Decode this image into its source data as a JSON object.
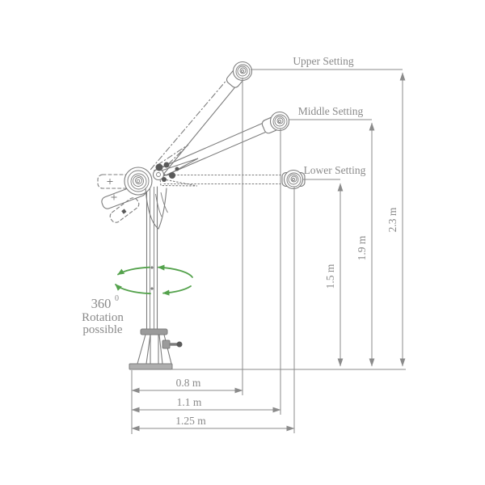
{
  "diagram": {
    "type": "davit-crane-height-settings",
    "settings": [
      {
        "label": "Upper Setting",
        "height": "2.3 m",
        "reach": "0.8 m"
      },
      {
        "label": "Middle Setting",
        "height": "1.9 m",
        "reach": "1.1 m"
      },
      {
        "label": "Lower Setting",
        "height": "1.5 m",
        "reach": "1.25 m"
      }
    ],
    "rotation": {
      "degrees": "360",
      "superscript": "0",
      "line2": "Rotation",
      "line3": "possible"
    }
  },
  "colors": {
    "line": "#7d7d7d",
    "dim": "#8b8b8b",
    "text": "#8a8a8a",
    "dark": "#5a5a5a",
    "green": "#54a24c",
    "metal": "#9b9b9b",
    "plate": "#aeaeae"
  }
}
